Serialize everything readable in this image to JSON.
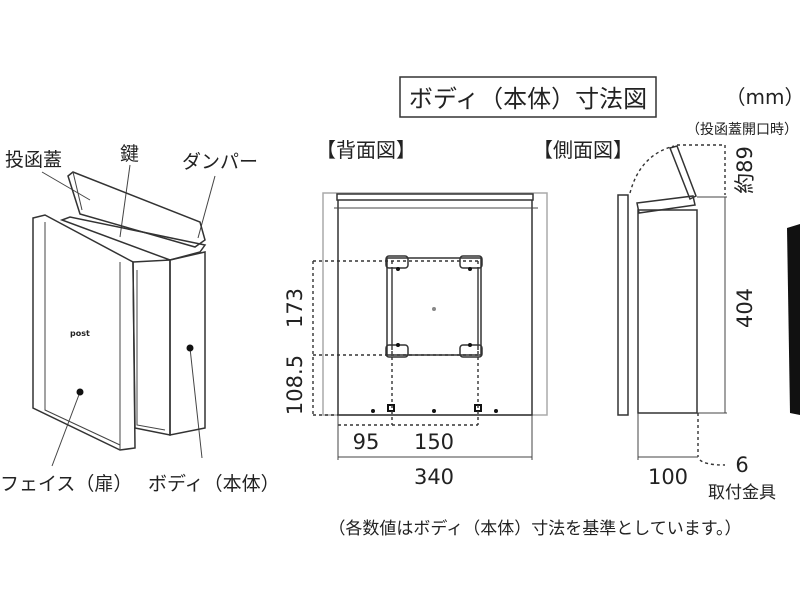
{
  "title": "ボディ（本体）寸法図",
  "unit": "（mm）",
  "lid_open_note": "（投函蓋開口時）",
  "perspective": {
    "labels": {
      "lid": "投函蓋",
      "key": "鍵",
      "damper": "ダンパー",
      "face": "フェイス（扉）",
      "body": "ボディ（本体）"
    },
    "door_text": "post"
  },
  "back_view": {
    "heading": "【背面図】",
    "dims": {
      "upper": "173",
      "lower": "108.5",
      "left": "95",
      "pitch": "150",
      "width": "340"
    }
  },
  "side_view": {
    "heading": "【側面図】",
    "dims": {
      "lid_open": "約89",
      "height": "404",
      "depth": "100",
      "bracket": "6"
    },
    "bracket_label": "取付金具"
  },
  "footnote": "（各数値はボディ（本体）寸法を基準としています。）"
}
